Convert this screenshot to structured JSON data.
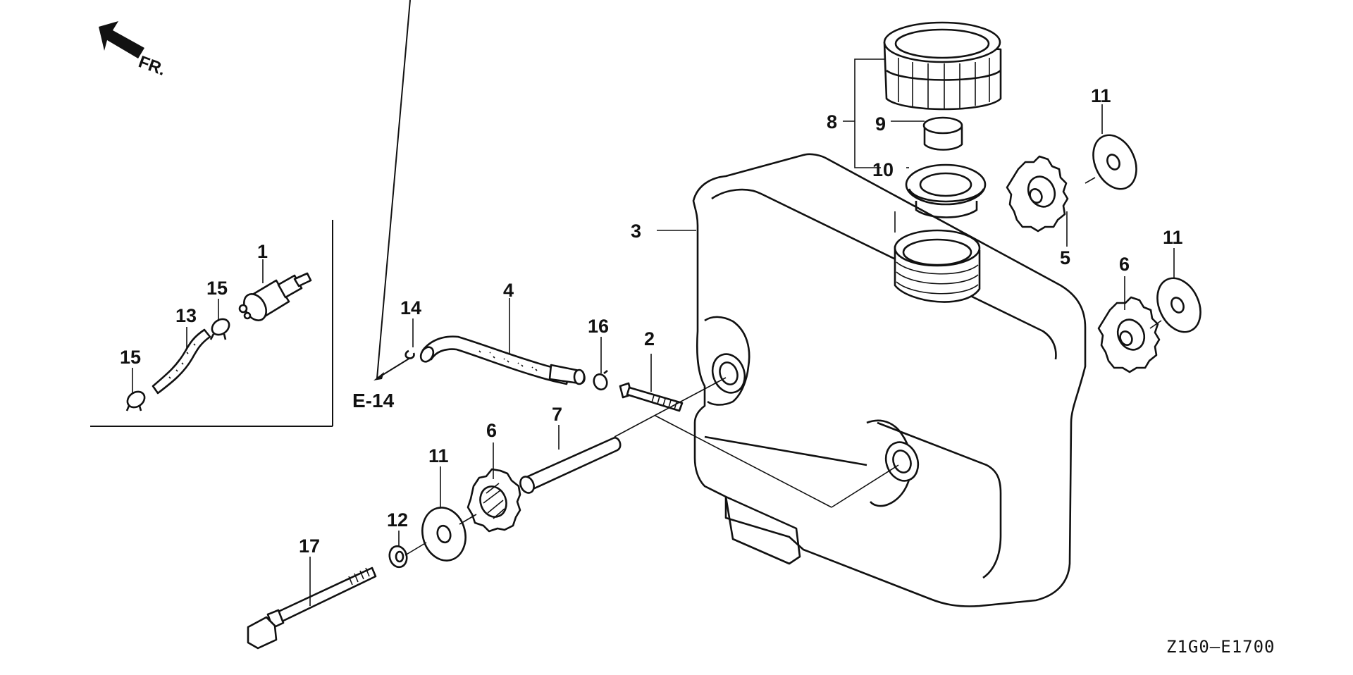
{
  "diagram": {
    "front_label": "FR.",
    "reference_label": "E-14",
    "drawing_code": "Z1G0—E1700",
    "callouts": {
      "c1": "1",
      "c2": "2",
      "c3": "3",
      "c4": "4",
      "c5": "5",
      "c6a": "6",
      "c6b": "6",
      "c7": "7",
      "c8": "8",
      "c9": "9",
      "c10": "10",
      "c11a": "11",
      "c11b": "11",
      "c11c": "11",
      "c12": "12",
      "c13": "13",
      "c14": "14",
      "c15a": "15",
      "c15b": "15",
      "c16": "16",
      "c17": "17"
    }
  }
}
